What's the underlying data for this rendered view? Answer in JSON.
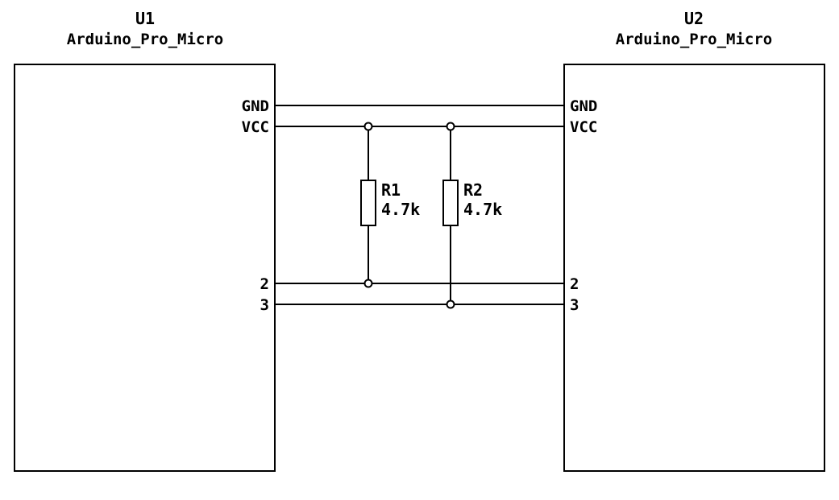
{
  "schematic": {
    "colors": {
      "line": "#000000",
      "background": "#ffffff"
    },
    "components": [
      {
        "ref": "U1",
        "value": "Arduino_Pro_Micro",
        "pins": [
          "GND",
          "VCC",
          "2",
          "3"
        ]
      },
      {
        "ref": "U2",
        "value": "Arduino_Pro_Micro",
        "pins": [
          "GND",
          "VCC",
          "2",
          "3"
        ]
      }
    ],
    "resistors": [
      {
        "ref": "R1",
        "value": "4.7k"
      },
      {
        "ref": "R2",
        "value": "4.7k"
      }
    ],
    "nets": [
      "GND",
      "VCC",
      "2",
      "3"
    ]
  }
}
